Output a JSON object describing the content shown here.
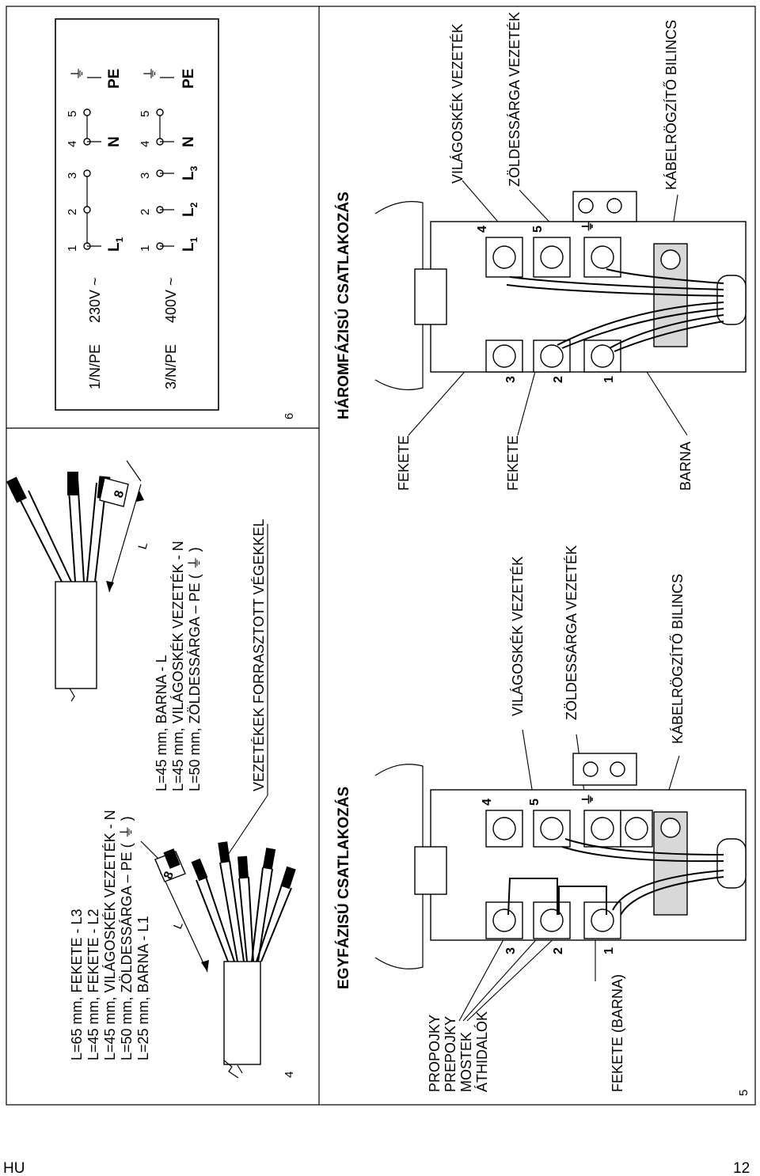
{
  "footer": {
    "language": "HU",
    "page_number": "12"
  },
  "panels": {
    "p4": {
      "number": "4",
      "length_specs": [
        "L=65 mm, FEKETE - L3",
        "L=45 mm, FEKETE - L2",
        "L=45 mm, VILÁGOSKÉK VEZETÉK - N",
        "L=50 mm, ZÖLDESSÁRGA – PE ( ⏚ )",
        "L=25 mm, BARNA - L1"
      ],
      "dim_l": "L",
      "dim_8": "8"
    },
    "p6": {
      "number": "6",
      "length_specs": [
        "L=45 mm, BARNA - L",
        "L=45 mm, VILÁGOSKÉK VEZETÉK - N",
        "L=50 mm, ZÖLDESSÁRGA – PE ( ⏚ )"
      ],
      "dim_l": "L",
      "dim_8": "8",
      "tinned_ends_label": "VEZETÉKEK FORRASZTOTT VÉGEKKEL",
      "box": {
        "rows": [
          {
            "system": "1/N/PE",
            "voltage": "230V ~",
            "terminal_numbers": [
              "1",
              "2",
              "3",
              "4",
              "5"
            ],
            "labels": [
              {
                "main": "L",
                "sub": "1"
              },
              {
                "main": "N",
                "sub": ""
              },
              {
                "main": "PE",
                "sub": ""
              }
            ],
            "earth_symbol": "⏚"
          },
          {
            "system": "3/N/PE",
            "voltage": "400V ~",
            "terminal_numbers": [
              "1",
              "2",
              "3",
              "4",
              "5"
            ],
            "labels": [
              {
                "main": "L",
                "sub": "1"
              },
              {
                "main": "L",
                "sub": "2"
              },
              {
                "main": "L",
                "sub": "3"
              },
              {
                "main": "N",
                "sub": ""
              },
              {
                "main": "PE",
                "sub": ""
              }
            ],
            "earth_symbol": "⏚"
          }
        ]
      }
    },
    "p5": {
      "number": "5",
      "title": "EGYFÁZISÚ CSATLAKOZÁS",
      "bridge_labels": [
        "PROPOJKY",
        "PREPOJKY",
        "MOSTEK",
        "ÁTHIDALÓK"
      ],
      "black_brown": "FEKETE (BARNA)",
      "light_blue": "VILÁGOSKÉK VEZETÉK",
      "green_yellow": "ZÖLDESSÁRGA VEZETÉK",
      "cable_clamp": "KÁBELRÖGZÍTŐ BILINCS"
    },
    "p7": {
      "title": "HÁROMFÁZISÚ CSATLAKOZÁS",
      "black_1": "FEKETE",
      "black_2": "FEKETE",
      "brown": "BARNA",
      "light_blue": "VILÁGOSKÉK VEZETÉK",
      "green_yellow": "ZÖLDESSÁRGA VEZETÉK",
      "cable_clamp": "KÁBELRÖGZÍTŐ BILINCS"
    }
  },
  "terminal_block": {
    "terminal_numbers": [
      "1",
      "2",
      "3",
      "4",
      "5"
    ],
    "earth_symbol": "⏚"
  },
  "colors": {
    "line": "#000000",
    "fill_light": "#d8d8d8",
    "background": "#ffffff"
  }
}
